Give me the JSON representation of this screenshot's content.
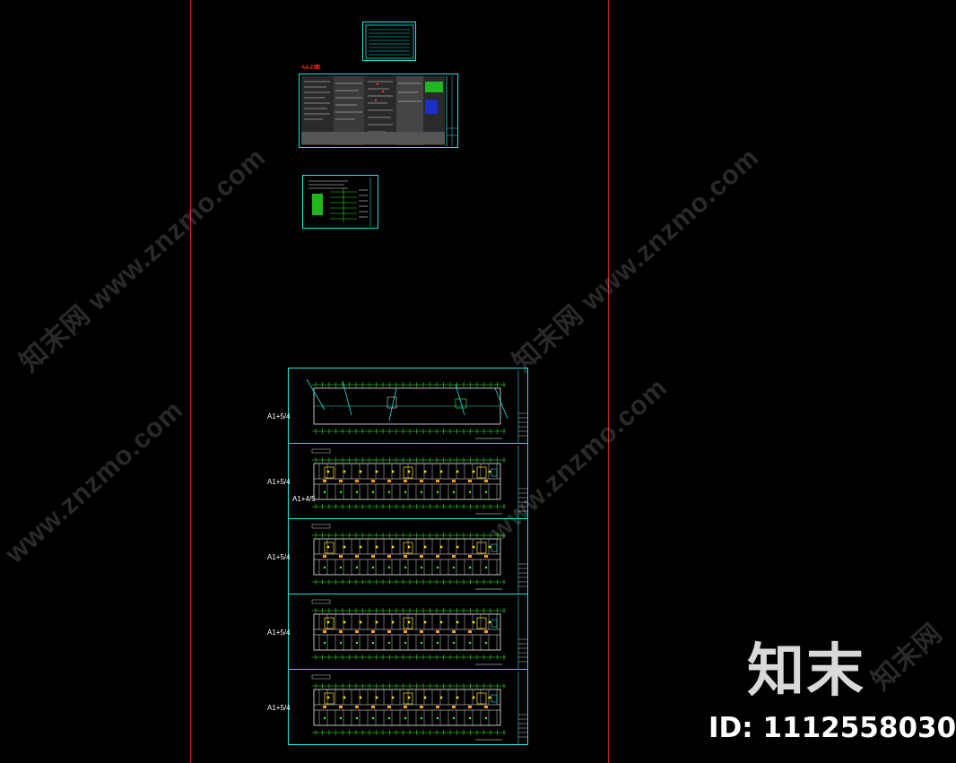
{
  "colors": {
    "background": "#000000",
    "frame": "#19e6e6",
    "border_line": "#c81e1e",
    "note": "#ff2020"
  },
  "red_note": "A4-ZI图",
  "sheet_labels": [
    "A1+5/4",
    "A1+5/4",
    "A1+4/5",
    "A1+5/4",
    "A1+5/4",
    "A1+5/4"
  ],
  "watermarks": [
    "知末网 www.znzmo.com",
    "知末网 www.znzmo.com",
    "www.znzmo.com",
    "www.znzmo.com",
    "知末网"
  ],
  "brand_logo": "知末",
  "id_text": "ID: 1112558030"
}
